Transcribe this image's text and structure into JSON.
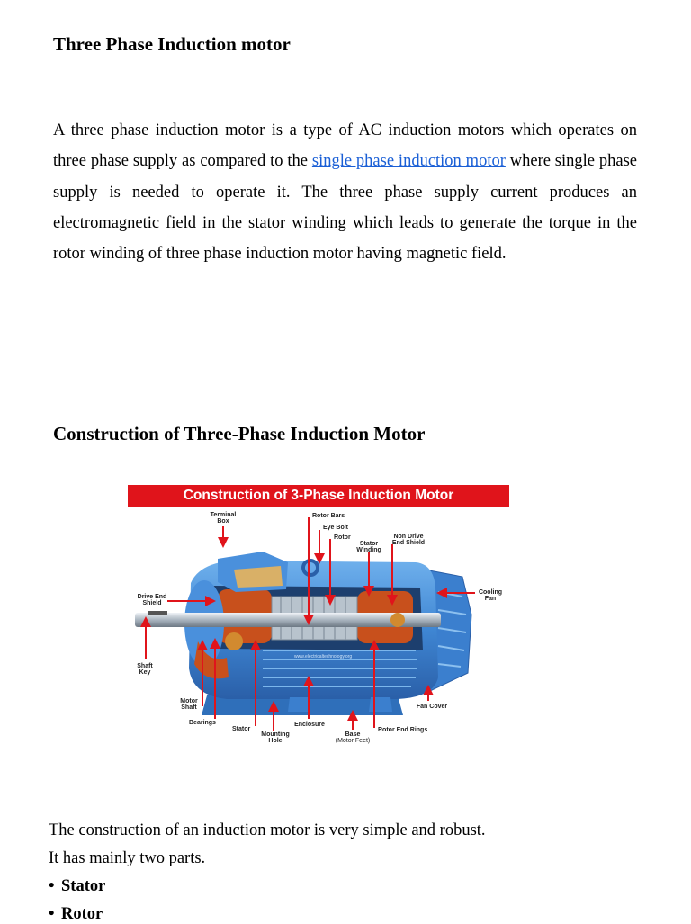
{
  "heading1": "Three Phase Induction motor",
  "intro": {
    "before_link": "A three phase induction motor is a type of AC induction motors which operates on three phase supply as compared to the ",
    "link_text": "single phase induction motor",
    "after_link": " where single phase supply is needed to operate it. The three phase supply current produces an electromagnetic field in the stator winding which leads to generate the torque in the rotor winding of three phase induction motor having magnetic field."
  },
  "heading2": "Construction of Three-Phase Induction Motor",
  "figure": {
    "title": "Construction of 3-Phase Induction Motor",
    "watermark": "www.electricaltechnology.org",
    "labels": {
      "terminal_box": [
        "Terminal",
        "Box"
      ],
      "rotor_bars": "Rotor Bars",
      "eye_bolt": "Eye Bolt",
      "rotor": "Rotor",
      "stator_winding": [
        "Stator",
        "Winding"
      ],
      "non_drive_end_shield": [
        "Non Drive",
        "End Shield"
      ],
      "cooling_fan": [
        "Cooling",
        "Fan"
      ],
      "drive_end_shield": [
        "Drive End",
        "Shield"
      ],
      "shaft_key": [
        "Shaft",
        "Key"
      ],
      "motor_shaft": [
        "Motor",
        "Shaft"
      ],
      "bearings": "Bearings",
      "stator": "Stator",
      "mounting_hole": [
        "Mounting",
        "Hole"
      ],
      "enclosure": "Enclosure",
      "base": [
        "Base",
        "(Motor Feet)"
      ],
      "rotor_end_rings": "Rotor End Rings",
      "fan_cover": "Fan Cover"
    },
    "colors": {
      "title_bg": "#e0141b",
      "arrow": "#e0141b",
      "motor_blue": "#3f86d3",
      "motor_orange": "#c8501c"
    }
  },
  "body": {
    "line1": "The construction of an induction motor is very simple and robust.",
    "line2": "It has mainly two parts."
  },
  "bullets": [
    "Stator",
    "Rotor"
  ]
}
